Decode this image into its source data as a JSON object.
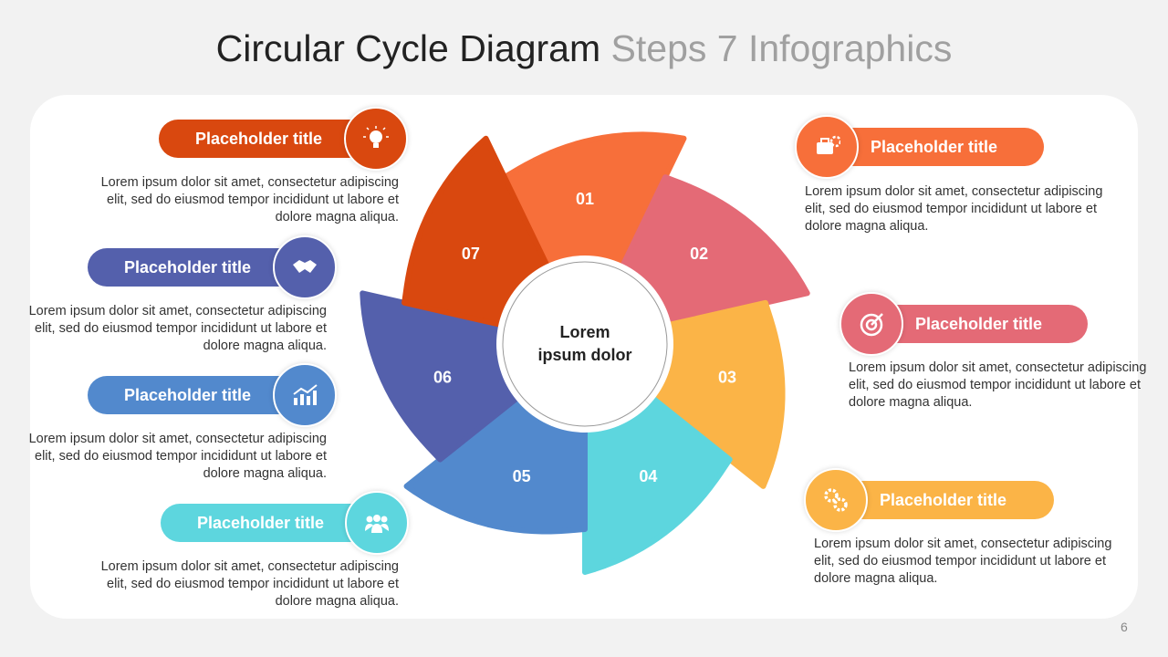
{
  "title": {
    "main": "Circular Cycle Diagram",
    "sub": "Steps 7 Infographics"
  },
  "center": {
    "line1": "Lorem",
    "line2": "ipsum dolor"
  },
  "steps": [
    {
      "num": "01",
      "color": "#F76F3A",
      "title": "Placeholder title",
      "icon": "briefcase-gear-icon",
      "text": "Lorem ipsum dolor sit amet, consectetur adipiscing elit, sed do eiusmod tempor incididunt ut labore et dolore magna aliqua."
    },
    {
      "num": "02",
      "color": "#E46A76",
      "title": "Placeholder title",
      "icon": "target-icon",
      "text": "Lorem ipsum dolor sit amet, consectetur adipiscing elit, sed do eiusmod tempor incididunt ut labore et dolore magna aliqua."
    },
    {
      "num": "03",
      "color": "#FBB447",
      "title": "Placeholder title",
      "icon": "gears-icon",
      "text": "Lorem ipsum dolor sit amet, consectetur adipiscing elit, sed do eiusmod tempor incididunt ut labore et dolore magna aliqua."
    },
    {
      "num": "04",
      "color": "#5DD6DE",
      "title": "Placeholder title",
      "icon": "team-icon",
      "text": "Lorem ipsum dolor sit amet, consectetur adipiscing elit, sed do eiusmod tempor incididunt ut labore et dolore magna aliqua."
    },
    {
      "num": "05",
      "color": "#5289CD",
      "title": "Placeholder title",
      "icon": "growth-chart-icon",
      "text": "Lorem ipsum dolor sit amet, consectetur adipiscing elit, sed do eiusmod tempor incididunt ut labore et dolore magna aliqua."
    },
    {
      "num": "06",
      "color": "#5460AC",
      "title": "Placeholder title",
      "icon": "handshake-icon",
      "text": "Lorem ipsum dolor sit amet, consectetur adipiscing elit, sed do eiusmod tempor incididunt ut labore et dolore magna aliqua."
    },
    {
      "num": "07",
      "color": "#D9480F",
      "title": "Placeholder title",
      "icon": "lightbulb-icon",
      "text": "Lorem ipsum dolor sit amet, consectetur adipiscing elit, sed do eiusmod tempor incididunt ut labore et dolore magna aliqua."
    }
  ],
  "page_number": "6"
}
